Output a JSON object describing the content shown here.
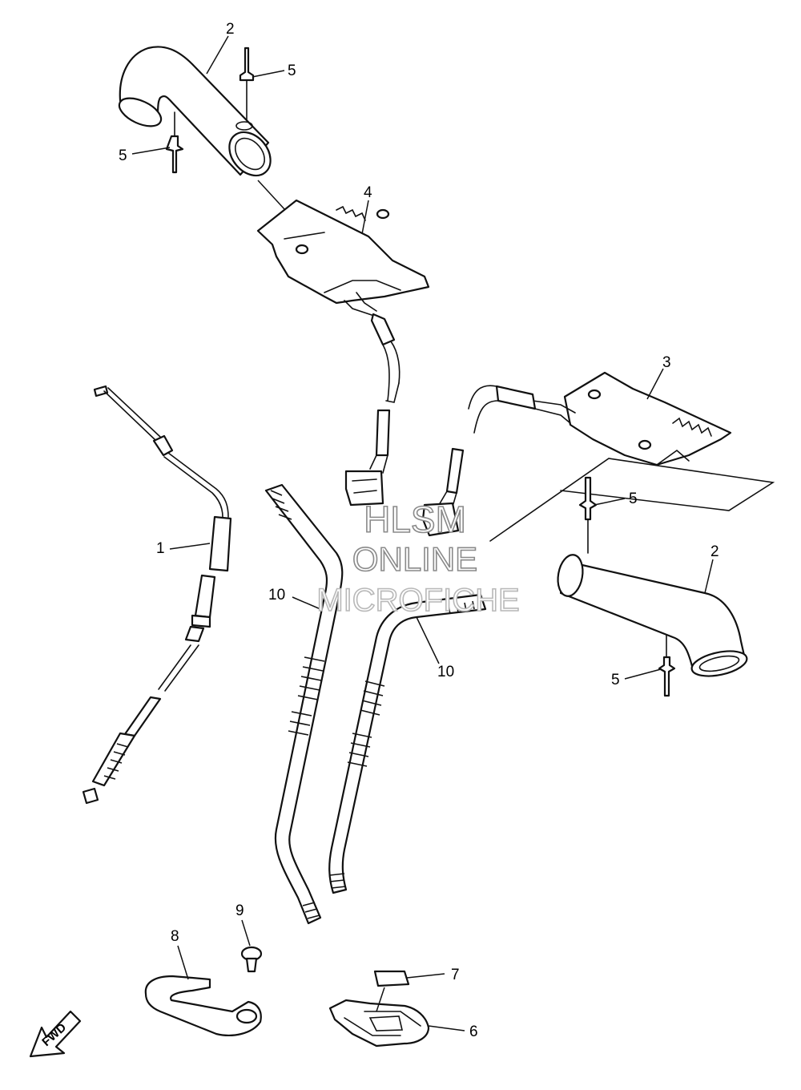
{
  "callouts": [
    {
      "id": "c2a",
      "label": "2"
    },
    {
      "id": "c5a",
      "label": "5"
    },
    {
      "id": "c5b",
      "label": "5"
    },
    {
      "id": "c4",
      "label": "4"
    },
    {
      "id": "c3",
      "label": "3"
    },
    {
      "id": "c5c",
      "label": "5"
    },
    {
      "id": "c2b",
      "label": "2"
    },
    {
      "id": "c5d",
      "label": "5"
    },
    {
      "id": "c1",
      "label": "1"
    },
    {
      "id": "c10a",
      "label": "10"
    },
    {
      "id": "c10b",
      "label": "10"
    },
    {
      "id": "c9",
      "label": "9"
    },
    {
      "id": "c8",
      "label": "8"
    },
    {
      "id": "c7",
      "label": "7"
    },
    {
      "id": "c6",
      "label": "6"
    }
  ],
  "watermark": {
    "line1": "HLSM",
    "line2": "ONLINE",
    "line3": "MICROFICHE"
  },
  "fwd_arrow": {
    "label": "FWD"
  }
}
